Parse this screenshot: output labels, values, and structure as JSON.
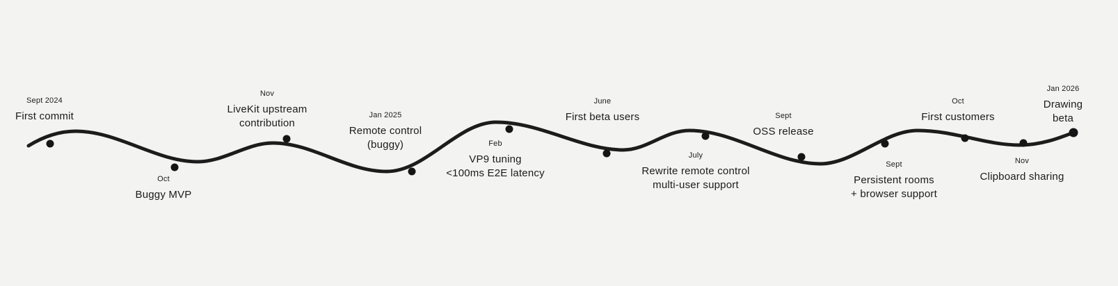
{
  "diagram": {
    "type": "timeline",
    "style": "hand-drawn wavy line with milestone dots",
    "ink_color": "#1c1c1c",
    "background_color": "#f3f3f1"
  },
  "milestones": [
    {
      "date": "Sept 2024",
      "title": "First commit"
    },
    {
      "date": "Oct",
      "title": "Buggy MVP"
    },
    {
      "date": "Nov",
      "title": "LiveKit upstream\ncontribution"
    },
    {
      "date": "Jan 2025",
      "title": "Remote control\n(buggy)"
    },
    {
      "date": "Feb",
      "title": "VP9 tuning\n<100ms E2E latency"
    },
    {
      "date": "June",
      "title": "First beta users"
    },
    {
      "date": "July",
      "title": "Rewrite remote control\nmulti-user support"
    },
    {
      "date": "Sept",
      "title": "OSS release"
    },
    {
      "date": "Sept",
      "title": "Persistent rooms\n+ browser support"
    },
    {
      "date": "Oct",
      "title": "First customers"
    },
    {
      "date": "Nov",
      "title": "Clipboard sharing"
    },
    {
      "date": "Jan 2026",
      "title": "Drawing beta"
    }
  ]
}
